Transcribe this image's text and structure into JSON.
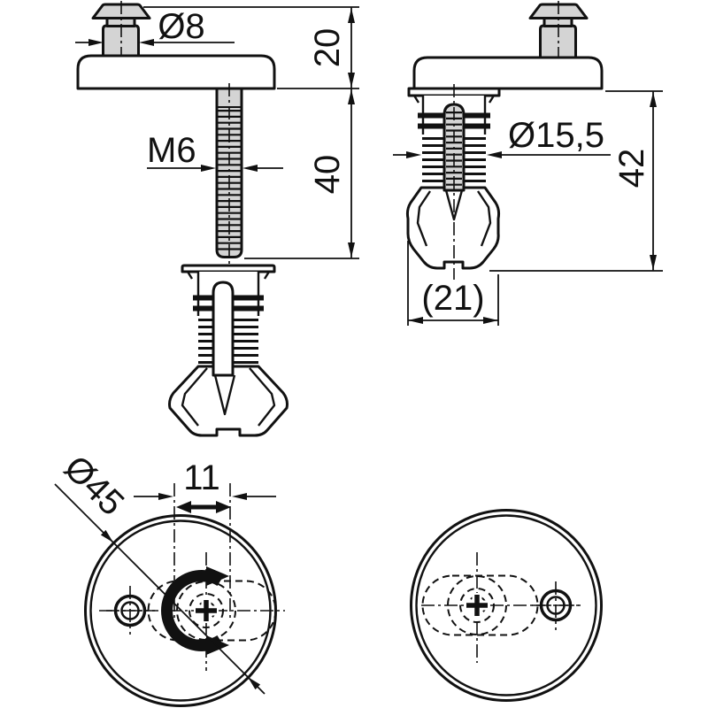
{
  "dimensions": {
    "pin_diameter": "Ø8",
    "head_height": "20",
    "thread_spec": "M6",
    "thread_length": "40",
    "anchor_diameter": "Ø15,5",
    "overall_depth": "42",
    "anchor_span_ref": "(21)",
    "base_diameter": "Ø45",
    "eccentric_offset": "11"
  },
  "colors": {
    "line": "#111111",
    "metal_fill": "#d4d4d4",
    "background": "#ffffff"
  }
}
